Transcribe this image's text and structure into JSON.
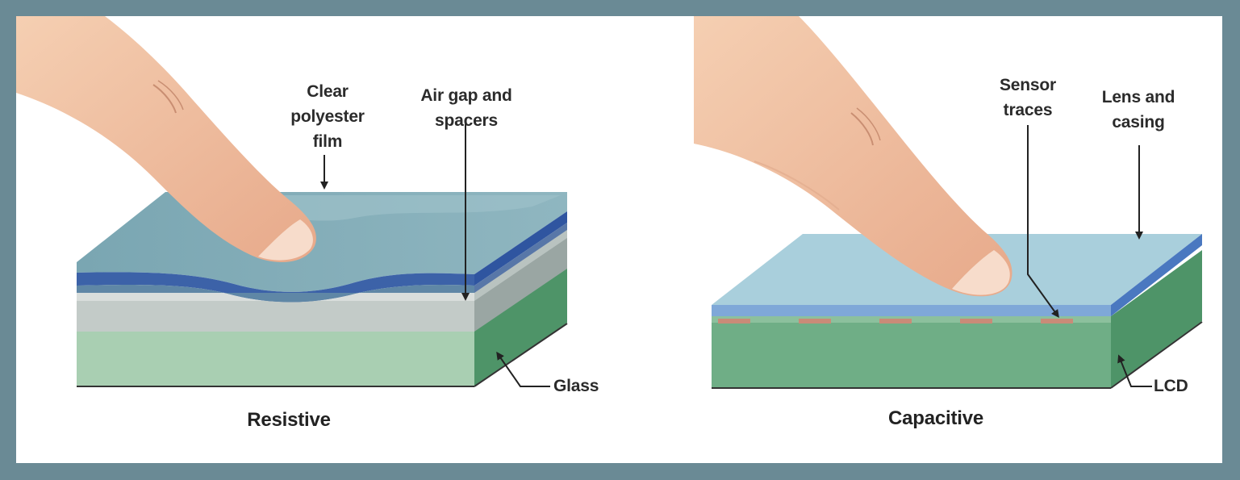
{
  "diagrams": [
    {
      "caption": "Resistive",
      "labels": {
        "film": [
          "Clear",
          "polyester",
          "film"
        ],
        "air_gap": [
          "Air gap and",
          "spacers"
        ],
        "glass": "Glass"
      }
    },
    {
      "caption": "Capacitive",
      "labels": {
        "sensor": [
          "Sensor",
          "traces"
        ],
        "lens": [
          "Lens and",
          "casing"
        ],
        "lcd": "LCD"
      }
    }
  ],
  "colors": {
    "frame": "#6a8a95",
    "film_top": "#7ea8b4",
    "film_edge": "#3c62a8",
    "glass_front": "#a9cfb2",
    "glass_side": "#4e9468",
    "lens_top": "#a9cfdc",
    "lcd_front": "#6fae86",
    "sensor_trace": "#c98b78",
    "skin": "#f2c1a2"
  }
}
